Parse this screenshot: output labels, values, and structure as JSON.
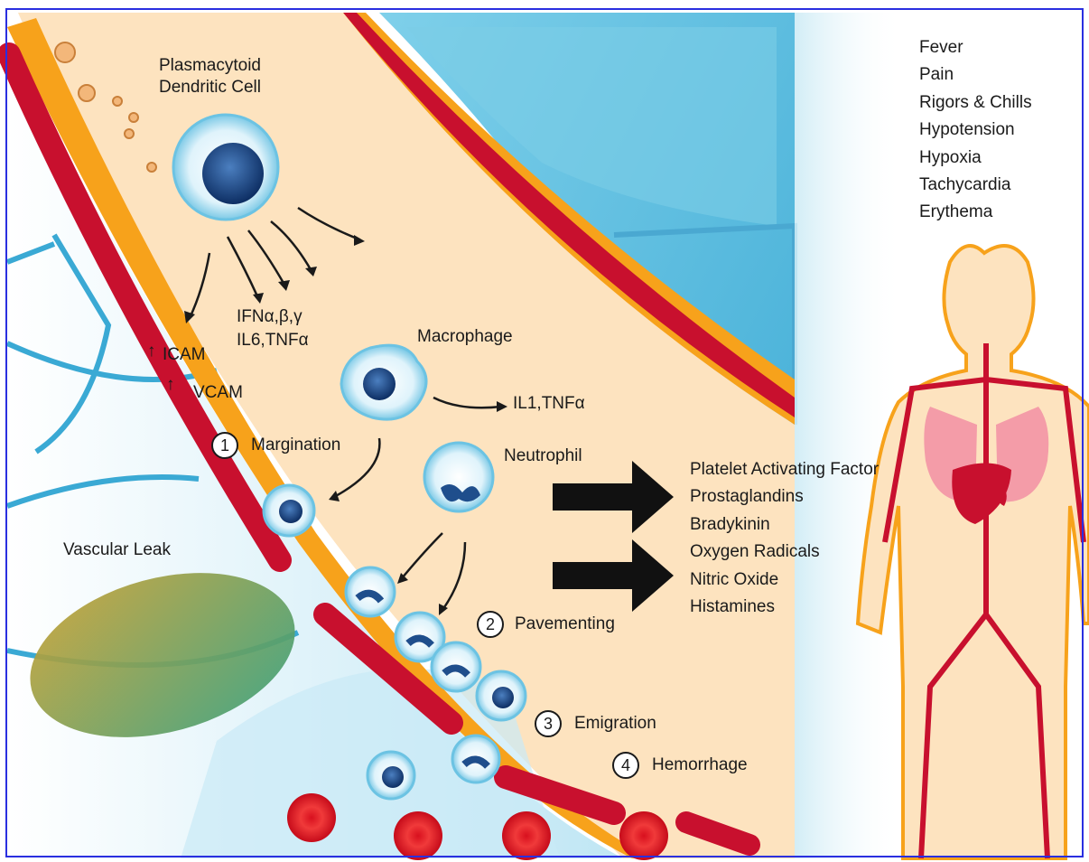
{
  "cells": {
    "dendritic": "Plasmacytoid\nDendritic Cell",
    "dendritic_line1": "Plasmacytoid",
    "dendritic_line2": "Dendritic Cell",
    "macrophage": "Macrophage",
    "neutrophil": "Neutrophil"
  },
  "cytokines": {
    "ifn": "IFNα,β,γ",
    "il6": "IL6,TNFα",
    "il1": "IL1,TNFα",
    "icam": "ICAM",
    "vcam": "VCAM",
    "up_arrow": "↑"
  },
  "vascular_leak": "Vascular Leak",
  "steps": [
    {
      "number": "1",
      "label": "Margination"
    },
    {
      "number": "2",
      "label": "Pavementing"
    },
    {
      "number": "3",
      "label": "Emigration"
    },
    {
      "number": "4",
      "label": "Hemorrhage"
    }
  ],
  "mediators": [
    "Platelet Activating Factor",
    "Prostaglandins",
    "Bradykinin",
    "Oxygen Radicals",
    "Nitric Oxide",
    "Histamines"
  ],
  "symptoms": [
    "Fever",
    "Pain",
    "Rigors & Chills",
    "Hypotension",
    "Hypoxia",
    "Tachycardia",
    "Erythema"
  ],
  "colors": {
    "border": "#2a2fe0",
    "vessel_red": "#c8102e",
    "orange": "#f7a21b",
    "tissue": "#fde3bf",
    "blue": "#4fb3d9",
    "cell_blue": "#1f4e8c"
  }
}
